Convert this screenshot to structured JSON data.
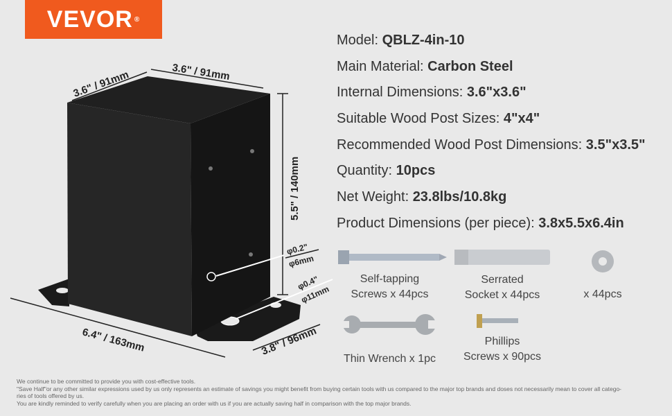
{
  "brand": "VEVOR",
  "specs": [
    {
      "label": "Model: ",
      "value": "QBLZ-4in-10"
    },
    {
      "label": "Main Material: ",
      "value": "Carbon Steel"
    },
    {
      "label": "Internal Dimensions: ",
      "value": "3.6\"x3.6\""
    },
    {
      "label": "Suitable Wood Post Sizes: ",
      "value": "4\"x4\""
    },
    {
      "label": "Recommended Wood Post Dimensions: ",
      "value": "3.5\"x3.5\""
    },
    {
      "label": "Quantity: ",
      "value": "10pcs"
    },
    {
      "label": "Net Weight: ",
      "value": "23.8lbs/10.8kg"
    },
    {
      "label": "Product Dimensions (per piece): ",
      "value": "3.8x5.5x6.4in"
    }
  ],
  "dimensions": {
    "top_left": "3.6\" / 91mm",
    "top_right": "3.6\" / 91mm",
    "height": "5.5\" / 140mm",
    "hole_small_in": "φ0.2\"",
    "hole_small_mm": "φ6mm",
    "hole_large_in": "φ0.4\"",
    "hole_large_mm": "φ11mm",
    "length": "6.4\" / 163mm",
    "width": "3.8\" / 96mm"
  },
  "accessories": [
    {
      "line1": "Self-tapping",
      "line2": "Screws x 44pcs"
    },
    {
      "line1": "Serrated",
      "line2": "Socket x 44pcs"
    },
    {
      "line1": "",
      "line2": "x 44pcs"
    },
    {
      "line1": "Thin Wrench x 1pc",
      "line2": ""
    },
    {
      "line1": "Phillips",
      "line2": "Screws x 90pcs"
    }
  ],
  "disclaimer": [
    "We continue to be committed to provide you with cost-effective tools.",
    "\"Save Half\"or any other similar expressions used by us only represents an estimate of savings you might benefit from buying certain tools with us compared to the major top brands and doses not necessarily mean to cover all catego-",
    "ries of tools offered by us.",
    "You are kindly reminded to verify carefully when you are placing an order with us if you are actually saving half in comparison with the top major brands."
  ]
}
